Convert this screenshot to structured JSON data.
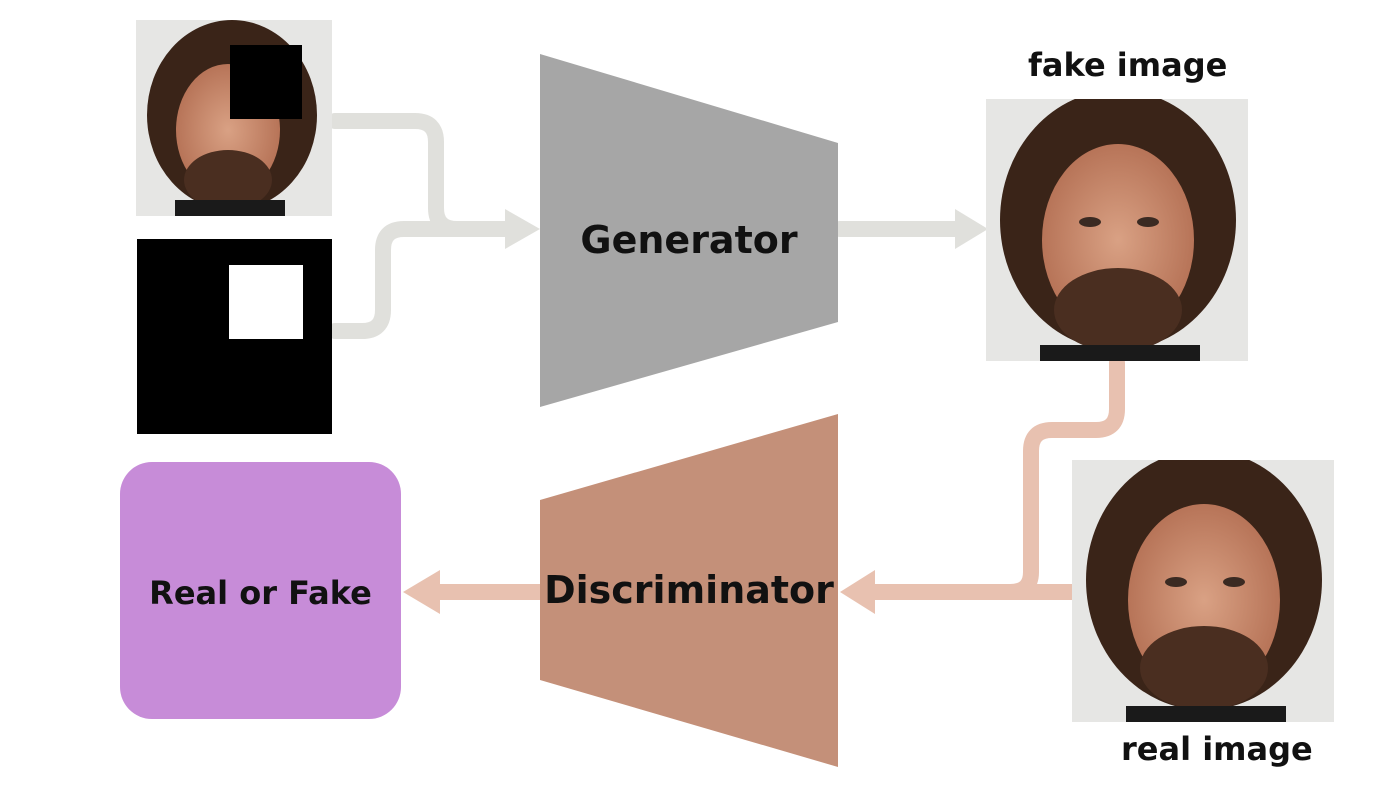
{
  "labels": {
    "generator": "Generator",
    "discriminator": "Discriminator",
    "fake_image": "fake image",
    "real_image": "real image",
    "output": "Real or Fake"
  },
  "colors": {
    "generator": "#a6a6a6",
    "discriminator": "#c49079",
    "output_box": "#c78cd8",
    "generator_arrows": "#e0e0dc",
    "discriminator_arrows": "#e8c1b0",
    "mask": "#000000",
    "mask_hole": "#ffffff"
  },
  "images": [
    {
      "name": "masked-input-image",
      "depicts": "face photo with black square mask"
    },
    {
      "name": "binary-mask",
      "depicts": "black square with white square"
    },
    {
      "name": "fake-image",
      "depicts": "generated face photo"
    },
    {
      "name": "real-image",
      "depicts": "real face photo"
    }
  ]
}
